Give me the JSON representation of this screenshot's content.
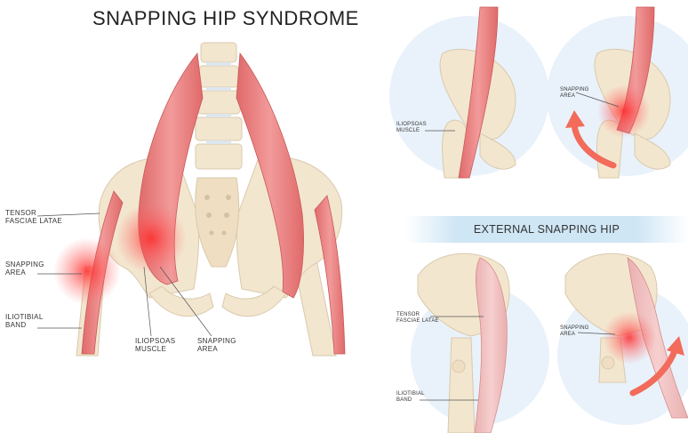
{
  "title": "SNAPPING HIP SYNDROME",
  "external_banner": "EXTERNAL SNAPPING HIP",
  "main_labels": {
    "tensor": "TENSOR\nFASCIAE LATAE",
    "snapping_left": "SNAPPING\nAREA",
    "iliotibial": "ILIOTIBIAL\nBAND",
    "iliopsoas": "ILIOPSOAS\nMUSCLE",
    "snapping_center": "SNAPPING\nAREA"
  },
  "internal_panel": {
    "iliopsoas": "ILIOPSOAS\nMUSCLE",
    "snapping": "SNAPPING\nAREA"
  },
  "external_panel": {
    "tensor": "TENSOR\nFASCIAE LATAE",
    "iliotibial": "ILIOTIBIAL\nBAND",
    "snapping": "SNAPPING\nAREA"
  },
  "colors": {
    "bone": "#f3e6cf",
    "muscle": "#e77c7c",
    "highlight": "#ff2a2a",
    "background_disc": "#e9f2fa",
    "banner": "#cfe6f5"
  }
}
